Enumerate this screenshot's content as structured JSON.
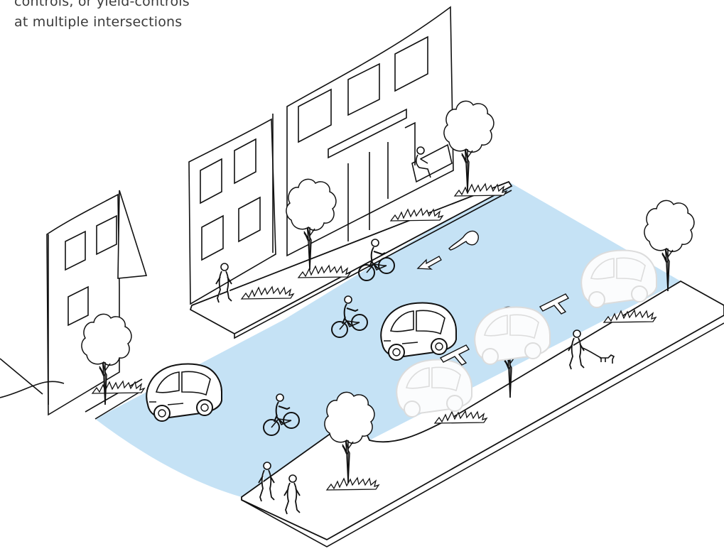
{
  "caption": {
    "line1": "controls, or yield-controls",
    "line2": "at multiple intersections"
  },
  "colors": {
    "roadway": "#c5e2f5",
    "ink": "#111111",
    "ghost_car_outline": "#dddddd",
    "background": "#ffffff"
  },
  "icons": [
    "building",
    "tree",
    "planter",
    "car",
    "ghost-car",
    "cyclist",
    "pedestrian",
    "dog",
    "bench-sitter",
    "arrow",
    "roundabout-marking",
    "t-marking"
  ]
}
